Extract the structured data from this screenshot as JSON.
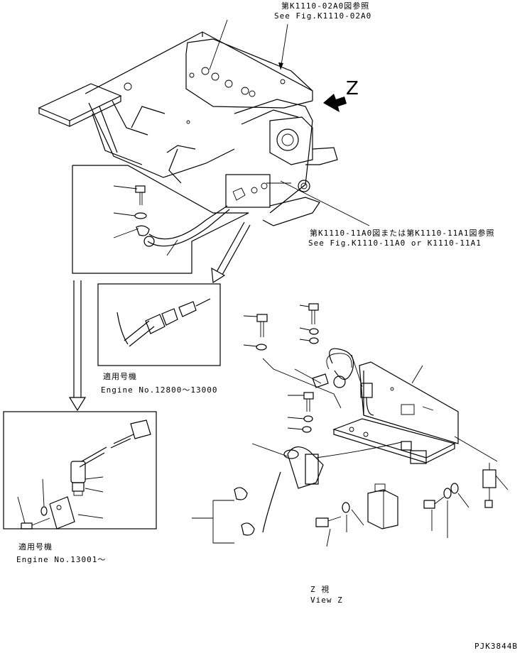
{
  "references": {
    "top_ja": "第K1110-02A0図参照",
    "top_en": "See Fig.K1110-02A0",
    "mid_ja": "第K1110-11A0図または第K1110-11A1図参照",
    "mid_en": "See Fig.K1110-11A0 or K1110-11A1"
  },
  "view_arrow_letter": "Z",
  "inset_early": {
    "heading_ja": "適用号機",
    "serial": "Engine No.12800～13000"
  },
  "inset_late": {
    "heading_ja": "適用号機",
    "serial": "Engine No.13001～"
  },
  "view": {
    "label_ja": "Z 視",
    "label_en": "View Z"
  },
  "drawing_code": "PJK3844B"
}
